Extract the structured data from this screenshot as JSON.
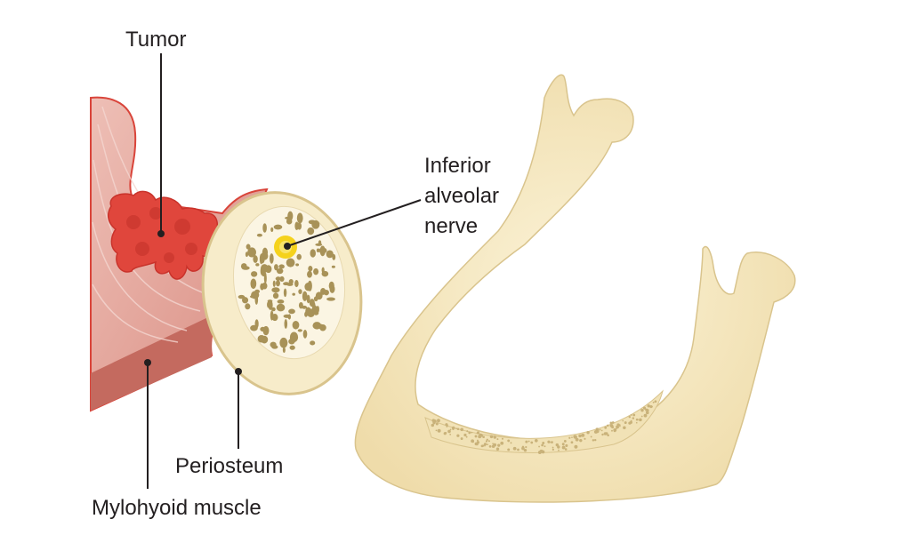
{
  "labels": {
    "tumor": "Tumor",
    "nerve_line1": "Inferior",
    "nerve_line2": "alveolar",
    "nerve_line3": "nerve",
    "periosteum": "Periosteum",
    "mylohyoid": "Mylohyoid muscle"
  },
  "colors": {
    "muscle": "#e3a49b",
    "muscle_dark": "#c2675c",
    "tumor": "#e0463c",
    "bone": "#f6e9c1",
    "bone_outline": "#d9c48d",
    "cancellous_spot": "#a89258",
    "nerve": "#f5d21c",
    "leader": "#231f20"
  }
}
